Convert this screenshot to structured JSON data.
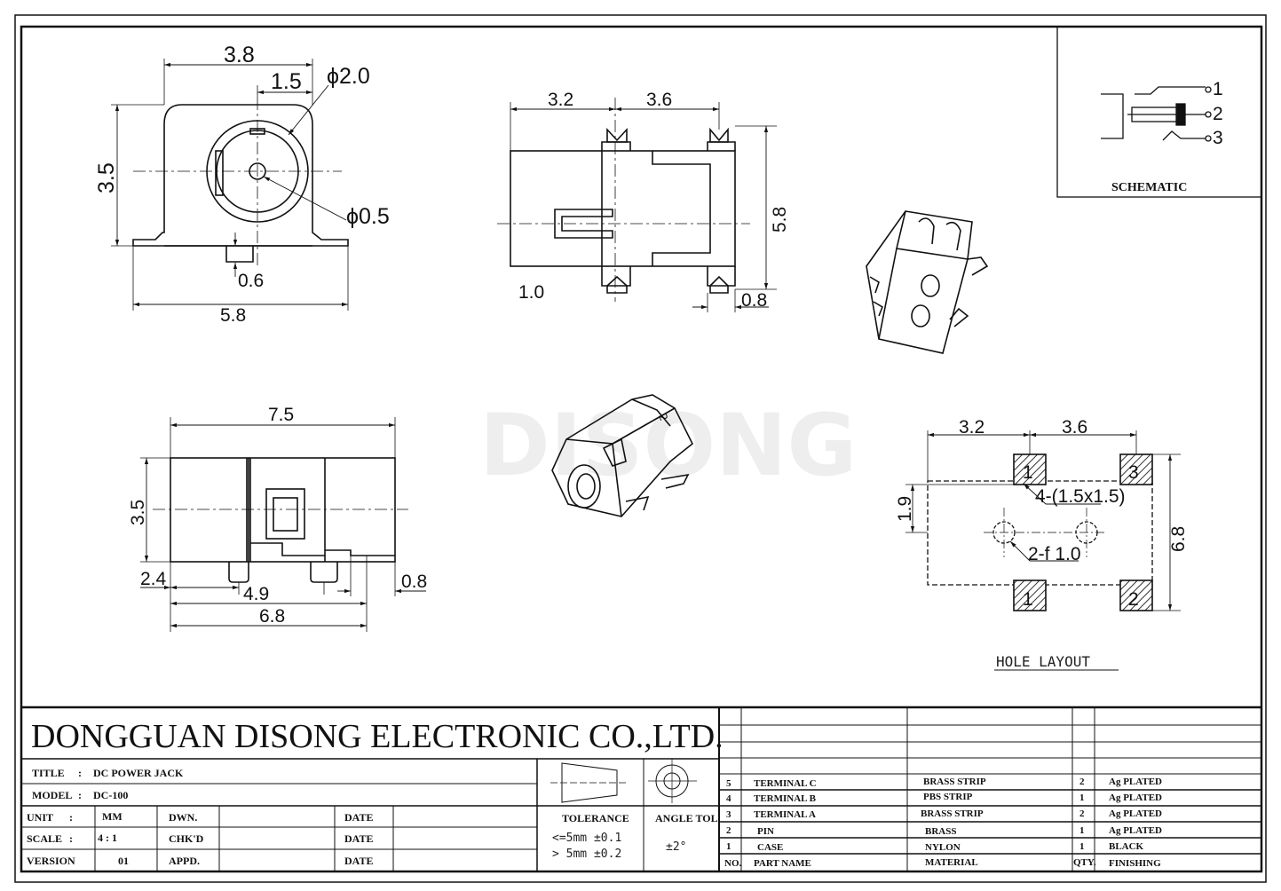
{
  "watermark": "DISONG",
  "front_view": {
    "width_top": "3.8",
    "offset": "1.5",
    "hole_dia": "ϕ2.0",
    "height": "3.5",
    "pin_dia": "ϕ0.5",
    "tab": "0.6",
    "width_total": "5.8"
  },
  "top_view": {
    "left_span": "3.2",
    "right_span": "3.6",
    "height": "5.8",
    "tab_offset": "1.0",
    "tab_width": "0.8"
  },
  "side_view": {
    "length": "7.5",
    "height": "3.5",
    "pin_offset": "2.4",
    "pin_spacing": "4.9",
    "overall": "6.8",
    "tab_width": "0.8"
  },
  "hole_layout": {
    "left_span": "3.2",
    "right_span": "3.6",
    "pad_offset": "1.9",
    "height": "6.8",
    "pad_size": "4-(1.5x1.5)",
    "hole_dia": "2-f 1.0",
    "pad_labels": [
      "1",
      "3",
      "1",
      "2"
    ],
    "caption": "HOLE LAYOUT"
  },
  "schematic": {
    "pins": [
      "1",
      "2",
      "3"
    ],
    "caption": "SCHEMATIC"
  },
  "title_block": {
    "company": "DONGGUAN DISONG ELECTRONIC CO.,LTD.",
    "title_label": "TITLE",
    "title_value": "DC POWER JACK",
    "model_label": "MODEL",
    "model_value": "DC-100",
    "colon": ":",
    "unit_label": "UNIT",
    "unit_value": "MM",
    "scale_label": "SCALE",
    "scale_value": "4 : 1",
    "version_label": "VERSION",
    "version_value": "01",
    "dwn": "DWN.",
    "chkd": "CHK'D",
    "appd": "APPD.",
    "date": "DATE",
    "tolerance_label": "TOLERANCE",
    "tol_1": "<=5mm  ±0.1",
    "tol_2": "> 5mm  ±0.2",
    "angle_label": "ANGLE TOL",
    "angle_value": "±2°"
  },
  "bom": {
    "headers": [
      "NO.",
      "PART NAME",
      "MATERIAL",
      "QTY.",
      "FINISHING"
    ],
    "rows": [
      {
        "no": "5",
        "part": "TERMINAL C",
        "material": "BRASS STRIP",
        "qty": "2",
        "finish": "Ag PLATED"
      },
      {
        "no": "4",
        "part": "TERMINAL B",
        "material": "PBS STRIP",
        "qty": "1",
        "finish": "Ag PLATED"
      },
      {
        "no": "3",
        "part": "TERMINAL A",
        "material": "BRASS STRIP",
        "qty": "2",
        "finish": "Ag PLATED"
      },
      {
        "no": "2",
        "part": "PIN",
        "material": "BRASS",
        "qty": "1",
        "finish": "Ag PLATED"
      },
      {
        "no": "1",
        "part": "CASE",
        "material": "NYLON",
        "qty": "1",
        "finish": "BLACK"
      }
    ]
  }
}
